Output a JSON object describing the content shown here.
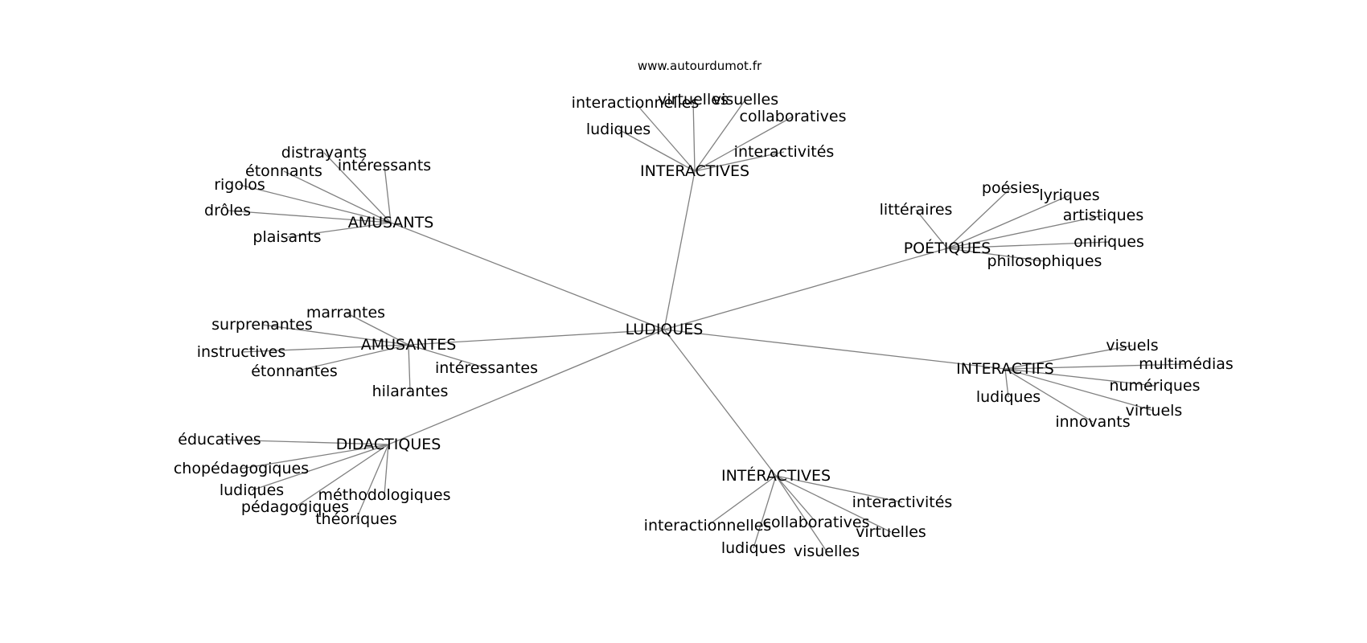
{
  "credit": "www.autourdumot.fr",
  "graph": {
    "center": "LUDIQUES",
    "groups": [
      {
        "label": "INTERACTIVES",
        "children": [
          "interactionnelles",
          "virtuelles",
          "visuelles",
          "collaboratives",
          "ludiques",
          "interactivités"
        ]
      },
      {
        "label": "AMUSANTS",
        "children": [
          "distrayants",
          "intéressants",
          "étonnants",
          "rigolos",
          "drôles",
          "plaisants"
        ]
      },
      {
        "label": "POÉTIQUES",
        "children": [
          "poésies",
          "lyriques",
          "littéraires",
          "artistiques",
          "oniriques",
          "philosophiques"
        ]
      },
      {
        "label": "AMUSANTES",
        "children": [
          "marrantes",
          "surprenantes",
          "instructives",
          "étonnantes",
          "intéressantes",
          "hilarantes"
        ]
      },
      {
        "label": "INTERACTIFS",
        "children": [
          "visuels",
          "multimédias",
          "numériques",
          "ludiques",
          "virtuels",
          "innovants"
        ]
      },
      {
        "label": "DIDACTIQUES",
        "children": [
          "éducatives",
          "chopédagogiques",
          "ludiques",
          "méthodologiques",
          "pédagogiques",
          "théoriques"
        ]
      },
      {
        "label": "INTÉRACTIVES",
        "children": [
          "interactivités",
          "interactionnelles",
          "collaboratives",
          "virtuelles",
          "ludiques",
          "visuelles"
        ]
      }
    ]
  }
}
